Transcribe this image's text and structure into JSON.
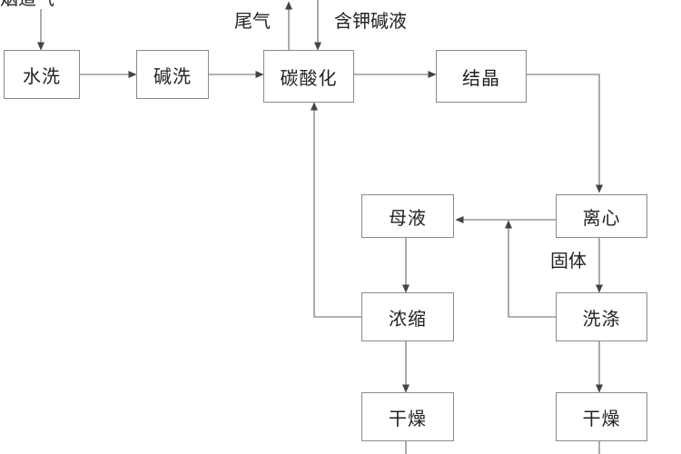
{
  "inputs": {
    "flue_gas": "烟道气",
    "tail_gas": "尾气",
    "potassium_alkali": "含钾碱液",
    "solid": "固体"
  },
  "nodes": {
    "water_wash": "水洗",
    "alkali_wash": "碱洗",
    "carbonation": "碳酸化",
    "crystallization": "结晶",
    "centrifuge": "离心",
    "mother_liquor": "母液",
    "concentration": "浓缩",
    "washing": "洗涤",
    "drying_left": "干燥",
    "drying_right": "干燥"
  }
}
